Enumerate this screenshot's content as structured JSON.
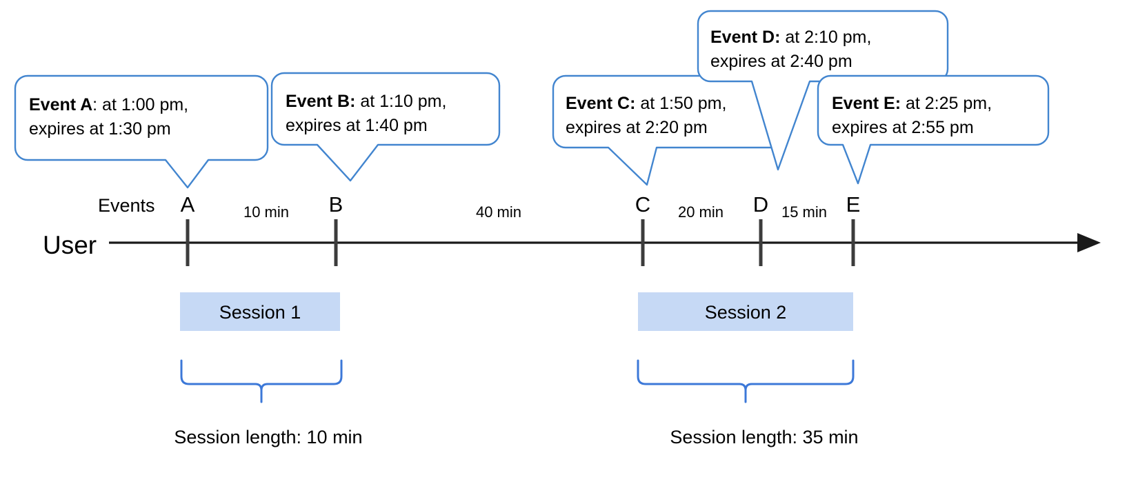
{
  "diagram": {
    "title": "User session timeline with events and session windows",
    "axis_title": "User",
    "events_row_label": "Events",
    "colors": {
      "callout_border": "#4285cf",
      "callout_fill": "#ffffff",
      "session_box_fill": "#c6d9f5",
      "brace_stroke": "#3c78d8",
      "axis_stroke": "#1a1a1a",
      "tick_stroke": "#3c3c3c",
      "text": "#000000"
    }
  },
  "events": [
    {
      "id": "A",
      "letter": "A",
      "callout_strong": "Event A",
      "callout_rest": ": at 1:00 pm,",
      "callout_line2": "expires at 1:30 pm",
      "time": "1:00 pm",
      "expires": "1:30 pm"
    },
    {
      "id": "B",
      "letter": "B",
      "callout_strong": "Event B:",
      "callout_rest": " at 1:10 pm,",
      "callout_line2": "expires at 1:40 pm",
      "time": "1:10 pm",
      "expires": "1:40 pm"
    },
    {
      "id": "C",
      "letter": "C",
      "callout_strong": "Event C:",
      "callout_rest": " at 1:50 pm,",
      "callout_line2": "expires at 2:20 pm",
      "time": "1:50 pm",
      "expires": "2:20 pm"
    },
    {
      "id": "D",
      "letter": "D",
      "callout_strong": "Event D:",
      "callout_rest": " at 2:10 pm,",
      "callout_line2": "expires at 2:40 pm",
      "time": "2:10 pm",
      "expires": "2:40 pm"
    },
    {
      "id": "E",
      "letter": "E",
      "callout_strong": "Event E:",
      "callout_rest": " at 2:25 pm,",
      "callout_line2": "expires at 2:55 pm",
      "time": "2:25 pm",
      "expires": "2:55 pm"
    }
  ],
  "gaps": [
    {
      "from": "A",
      "to": "B",
      "label": "10 min"
    },
    {
      "from": "B",
      "to": "C",
      "label": "40 min"
    },
    {
      "from": "C",
      "to": "D",
      "label": "20 min"
    },
    {
      "from": "D",
      "to": "E",
      "label": "15 min"
    }
  ],
  "sessions": [
    {
      "id": "session-1",
      "label": "Session 1",
      "length_label": "Session length: 10 min"
    },
    {
      "id": "session-2",
      "label": "Session 2",
      "length_label": "Session length: 35 min"
    }
  ]
}
